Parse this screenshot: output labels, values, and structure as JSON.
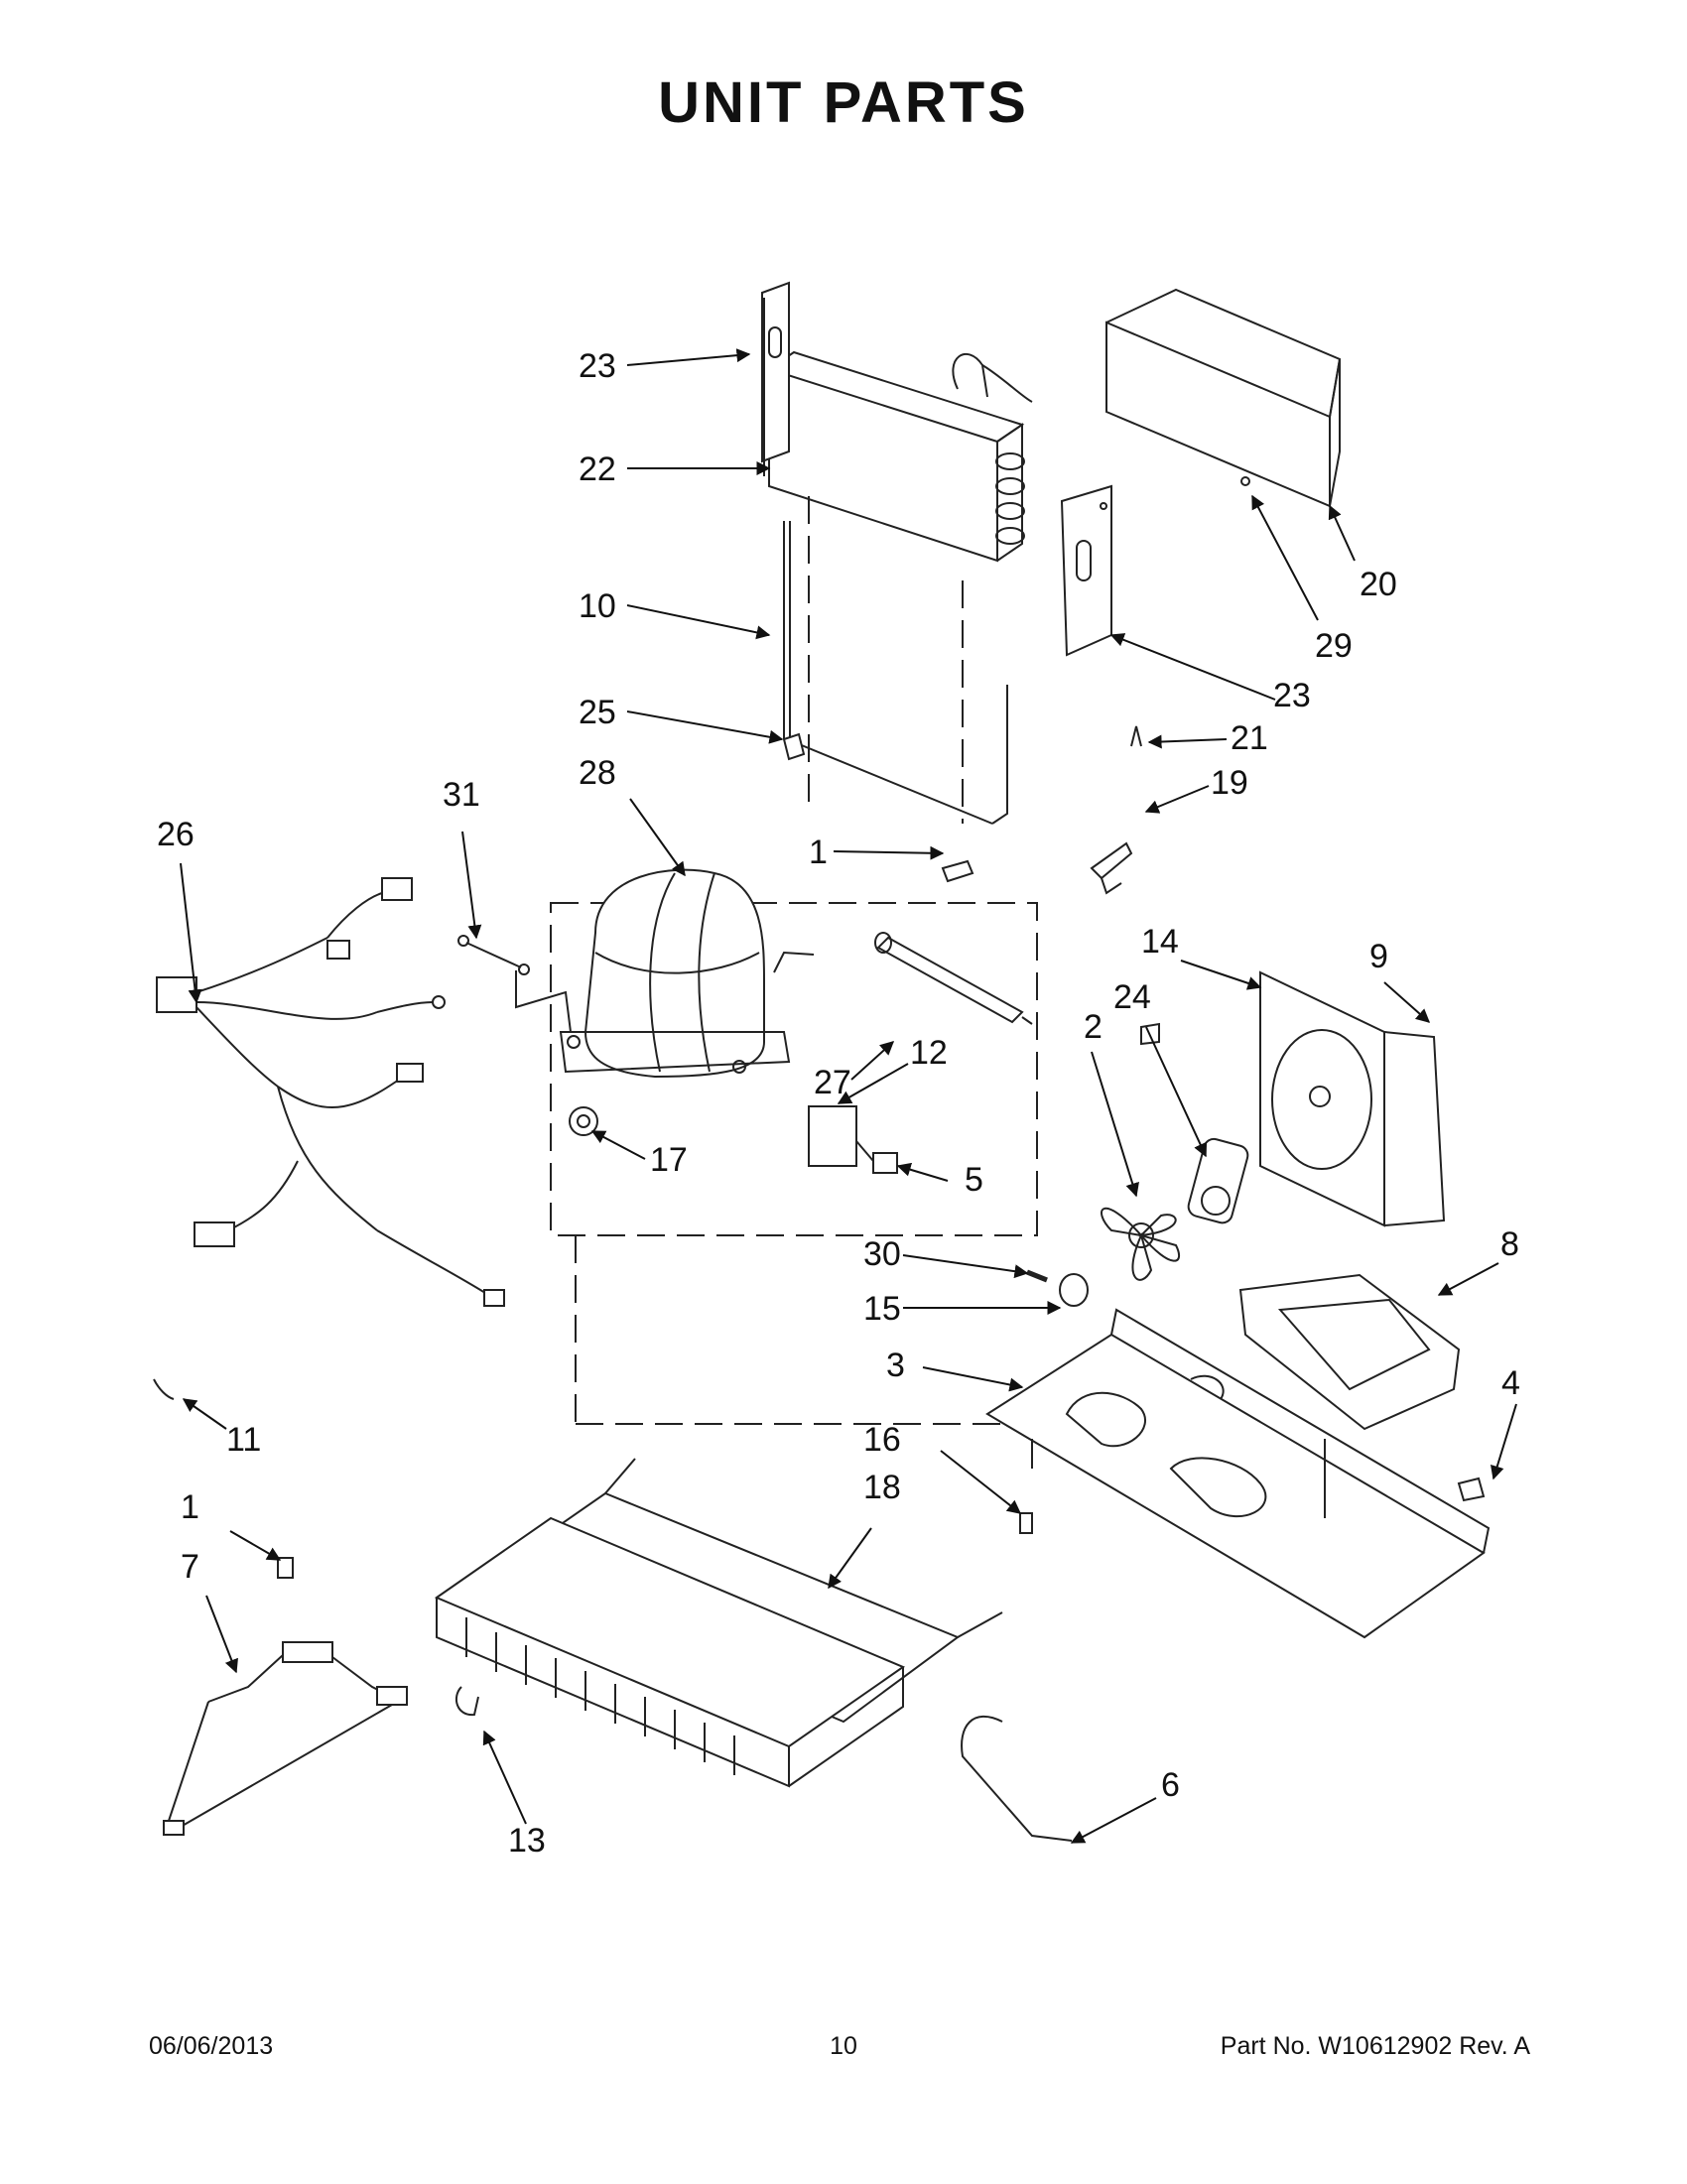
{
  "page": {
    "title": "UNIT PARTS",
    "date": "06/06/2013",
    "page_number": "10",
    "part_info": "Part No.  W10612902  Rev.  A"
  },
  "callouts": [
    "23",
    "22",
    "10",
    "25",
    "28",
    "31",
    "26",
    "1",
    "27",
    "12",
    "17",
    "5",
    "14",
    "9",
    "24",
    "2",
    "20",
    "29",
    "23",
    "21",
    "19",
    "30",
    "15",
    "3",
    "8",
    "4",
    "16",
    "18",
    "11",
    "1",
    "7",
    "13",
    "6"
  ]
}
